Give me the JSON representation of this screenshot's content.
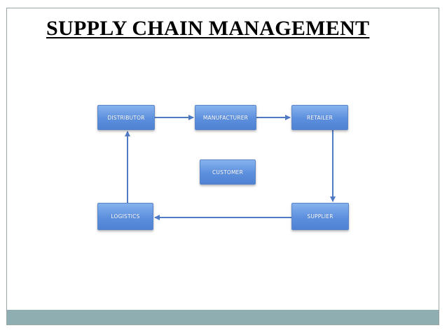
{
  "slide": {
    "title": "SUPPLY CHAIN MANAGEMENT"
  },
  "diagram": {
    "nodes": {
      "distributor": "DISTRIBUTOR",
      "manufacturer": "MANUFACTURER",
      "retailer": "RETAILER",
      "customer": "CUSTOMER",
      "logistics": "LOGISTICS",
      "supplier": "SUPPLIER"
    },
    "edges": [
      {
        "from": "DISTRIBUTOR",
        "to": "MANUFACTURER"
      },
      {
        "from": "MANUFACTURER",
        "to": "RETAILER"
      },
      {
        "from": "RETAILER",
        "to": "SUPPLIER"
      },
      {
        "from": "SUPPLIER",
        "to": "LOGISTICS"
      },
      {
        "from": "LOGISTICS",
        "to": "DISTRIBUTOR"
      }
    ]
  },
  "colors": {
    "box_fill": "#5c8fdd",
    "arrow": "#4f7bc4",
    "footer_band": "#8eaeb2"
  }
}
